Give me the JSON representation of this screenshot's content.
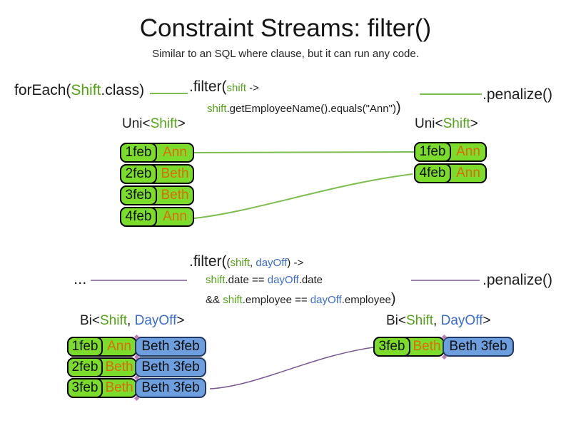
{
  "title": "Constraint Streams: filter()",
  "subtitle": "Similar to an SQL where clause, but it can run any code.",
  "colors": {
    "green_text": "#53a318",
    "blue_text": "#3a6bcd",
    "orange_text": "#e0690b",
    "cell_green": "#7bdc2c",
    "cell_blue": "#6d9edd",
    "blue_border": "#1f3864",
    "line_green": "#7dbd4e",
    "line_purple": "#7a5792",
    "diamond": "#c07ab8"
  },
  "stream1": {
    "foreach_pre": "forEach(",
    "foreach_type": "Shift",
    "foreach_post": ".class)",
    "filter_fn": ".filter(",
    "filter_param": "shift",
    "filter_arrow": " ->",
    "body_var": "shift",
    "body_rest": ".getEmployeeName().equals(\"Ann\")",
    "body_close": ")",
    "penalize": ".penalize()",
    "type_pre": "Uni<",
    "type_name": "Shift",
    "type_post": ">"
  },
  "stream2": {
    "source": "...",
    "filter_fn": ".filter(",
    "open": "(",
    "param1": "shift",
    "comma": ", ",
    "param2": "dayOff",
    "arrow": ") ->",
    "cond1_var1": "shift",
    "cond1_op": ".date == ",
    "cond1_var2": "dayOff",
    "cond1_end": ".date",
    "cond2_pre": "&& ",
    "cond2_var1": "shift",
    "cond2_op": ".employee == ",
    "cond2_var2": "dayOff",
    "cond2_end": ".employee",
    "close": ")",
    "penalize": ".penalize()",
    "type_pre": "Bi<",
    "type_name1": "Shift",
    "type_comma": ", ",
    "type_name2": "DayOff",
    "type_post": ">"
  },
  "tables": {
    "top_left": [
      {
        "date": "1feb",
        "name": "Ann"
      },
      {
        "date": "2feb",
        "name": "Beth"
      },
      {
        "date": "3feb",
        "name": "Beth"
      },
      {
        "date": "4feb",
        "name": "Ann"
      }
    ],
    "top_right": [
      {
        "date": "1feb",
        "name": "Ann"
      },
      {
        "date": "4feb",
        "name": "Ann"
      }
    ],
    "bottom_left": [
      {
        "date": "1feb",
        "name": "Ann",
        "dayoff": "Beth 3feb"
      },
      {
        "date": "2feb",
        "name": "Beth",
        "dayoff": "Beth 3feb"
      },
      {
        "date": "3feb",
        "name": "Beth",
        "dayoff": "Beth 3feb"
      }
    ],
    "bottom_right": [
      {
        "date": "3feb",
        "name": "Beth",
        "dayoff": "Beth 3feb"
      }
    ]
  }
}
